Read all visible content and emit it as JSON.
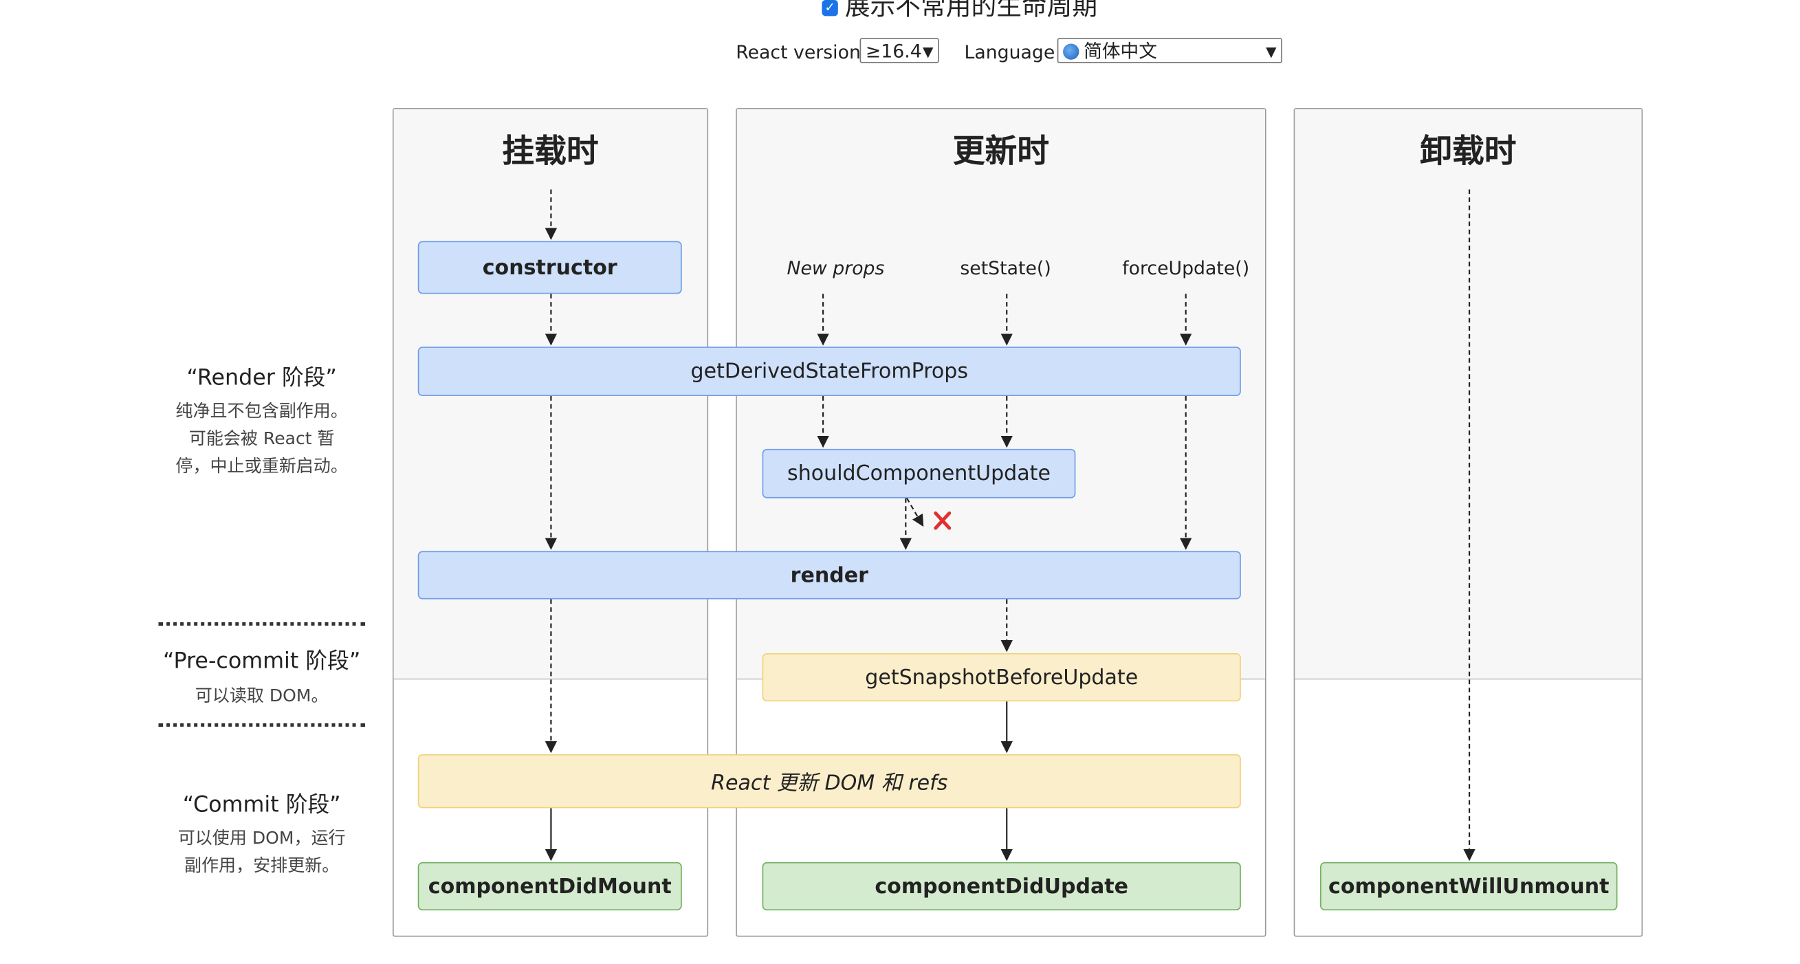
{
  "top": {
    "checkbox_label": "展示不常用的生命周期",
    "react_version_label": "React version",
    "react_version_value": "≥16.4",
    "language_label": "Language",
    "language_value": "简体中文"
  },
  "columns": {
    "mount": {
      "title": "挂载时"
    },
    "update": {
      "title": "更新时"
    },
    "unmount": {
      "title": "卸载时"
    }
  },
  "triggers": {
    "new_props": "New props",
    "set_state": "setState()",
    "force_update": "forceUpdate()"
  },
  "methods": {
    "constructor": "constructor",
    "get_derived_state_from_props": "getDerivedStateFromProps",
    "should_component_update": "shouldComponentUpdate",
    "render": "render",
    "get_snapshot_before_update": "getSnapshotBeforeUpdate",
    "react_updates": "React 更新 DOM 和 refs",
    "component_did_mount": "componentDidMount",
    "component_did_update": "componentDidUpdate",
    "component_will_unmount": "componentWillUnmount"
  },
  "phases": {
    "render": {
      "title": "“Render 阶段”",
      "desc": [
        "纯净且不包含副作用。",
        "可能会被 React 暂",
        "停，中止或重新启动。"
      ]
    },
    "precommit": {
      "title": "“Pre-commit 阶段”",
      "desc": [
        "可以读取 DOM。"
      ]
    },
    "commit": {
      "title": "“Commit 阶段”",
      "desc": [
        "可以使用 DOM，运行",
        "副作用，安排更新。"
      ]
    }
  },
  "colors": {
    "render_box": "#cfe0fb",
    "precommit_box": "#fbeecb",
    "commit_box": "#d5ebcf",
    "cancel_mark": "#e03131"
  },
  "icons": {
    "cancel": "cross-icon",
    "language": "globe-icon"
  }
}
